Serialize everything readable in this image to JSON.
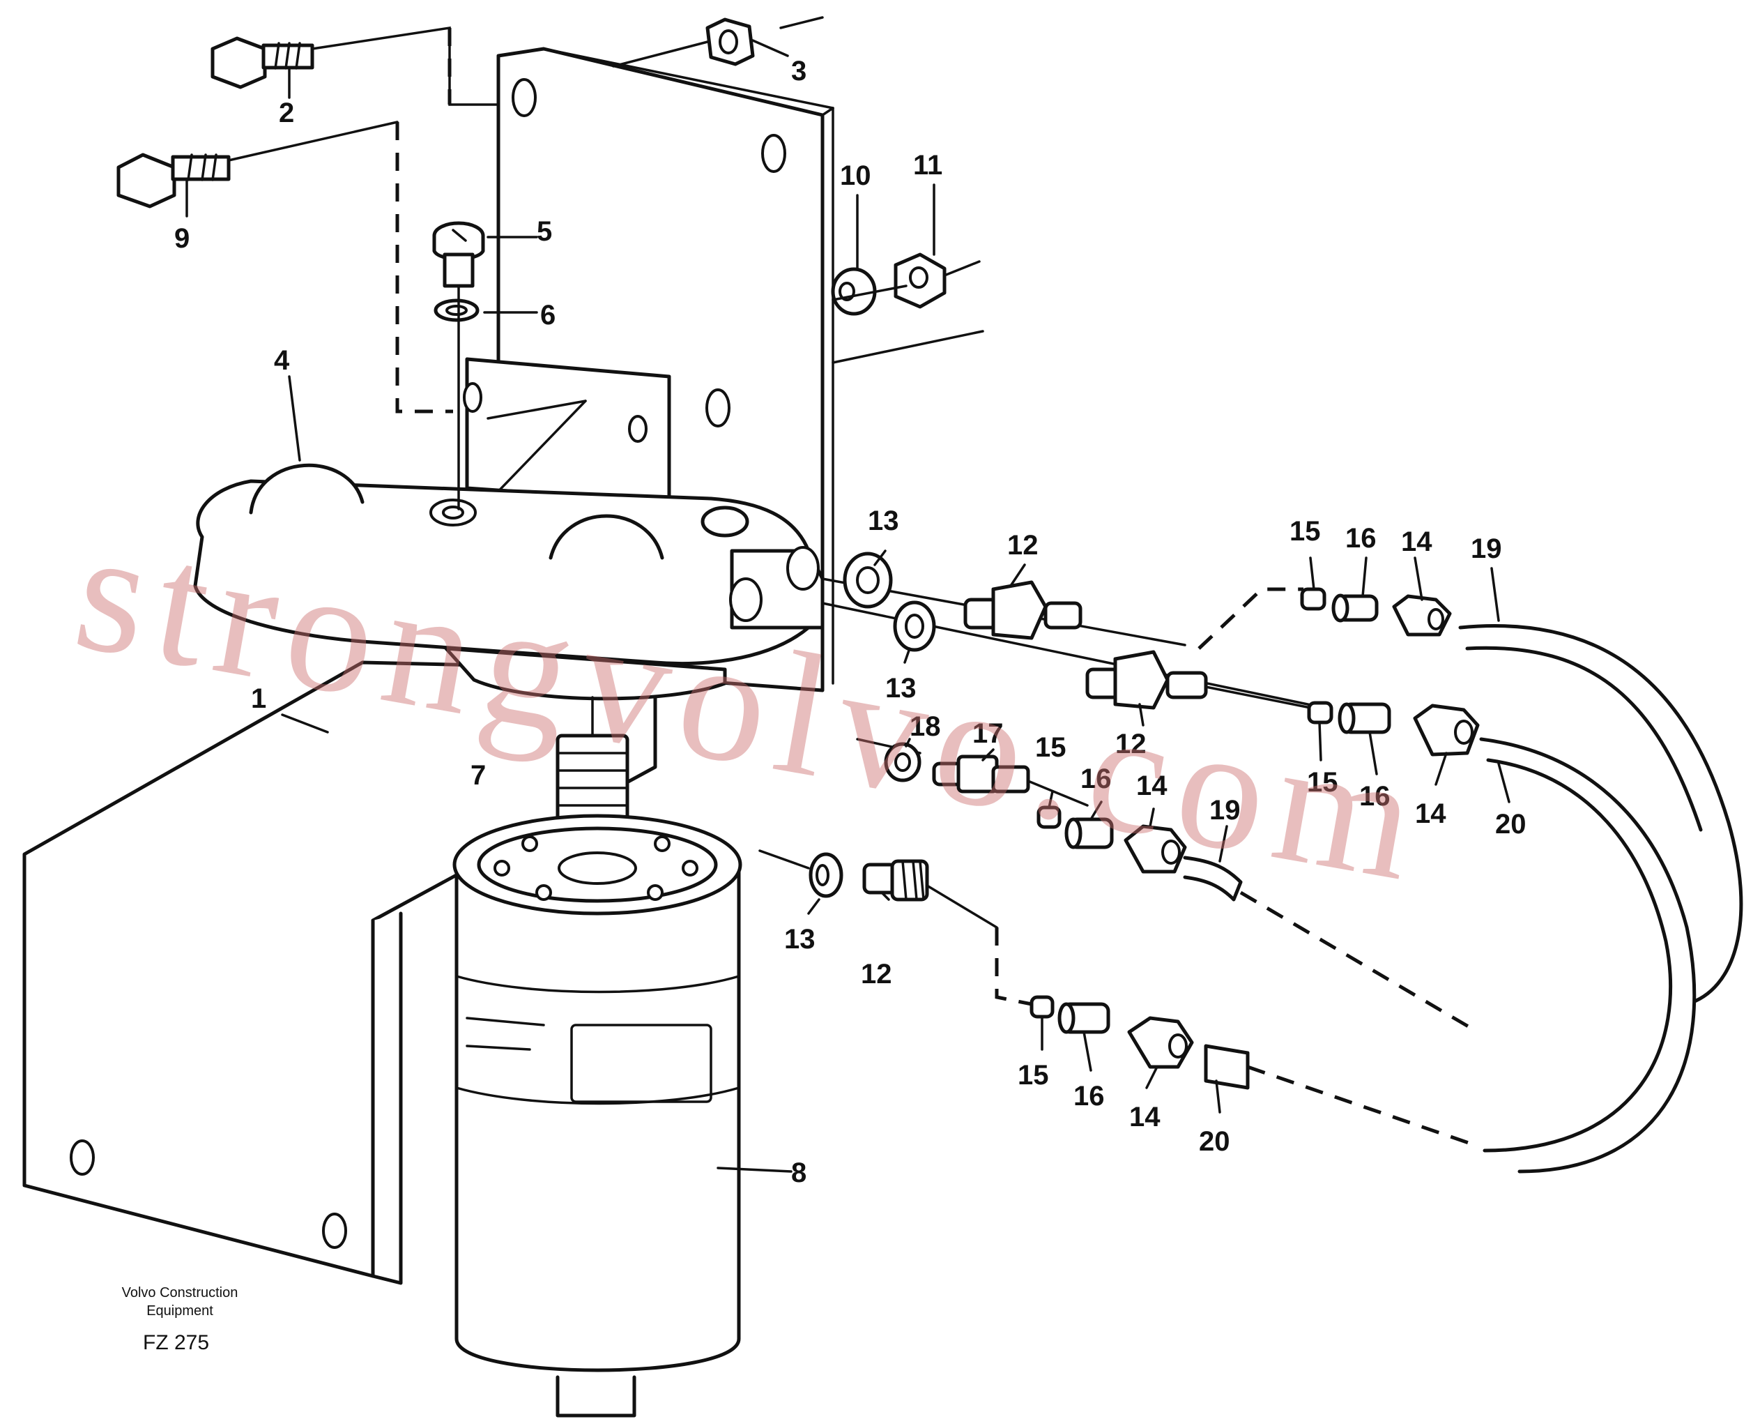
{
  "labels": {
    "l1": "1",
    "l2": "2",
    "l3": "3",
    "l4": "4",
    "l5": "5",
    "l6": "6",
    "l7": "7",
    "l8": "8",
    "l9": "9",
    "l10": "10",
    "l11": "11",
    "l12a": "12",
    "l12b": "12",
    "l12c": "12",
    "l13a": "13",
    "l13b": "13",
    "l13c": "13",
    "l14a": "14",
    "l14b": "14",
    "l14c": "14",
    "l14d": "14",
    "l15a": "15",
    "l15b": "15",
    "l15c": "15",
    "l15d": "15",
    "l16a": "16",
    "l16b": "16",
    "l16c": "16",
    "l16d": "16",
    "l17": "17",
    "l18": "18",
    "l19a": "19",
    "l19b": "19",
    "l20a": "20",
    "l20b": "20"
  },
  "footer": {
    "company_line1": "Volvo Construction",
    "company_line2": "Equipment",
    "figure_code": "FZ 275"
  },
  "watermark": "strongvolvo.com"
}
